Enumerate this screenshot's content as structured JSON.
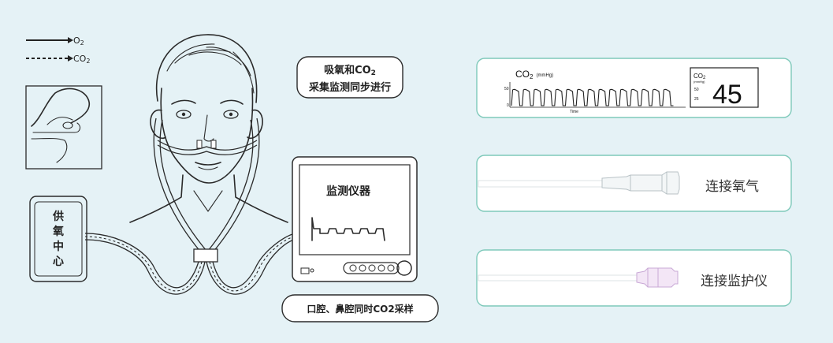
{
  "legend": {
    "solid_label": "O",
    "solid_sub": "2",
    "dashed_label": "CO",
    "dashed_sub": "2"
  },
  "oxygen_center": {
    "chars": [
      "供",
      "氧",
      "中",
      "心"
    ]
  },
  "callout_sync": {
    "line1_prefix": "吸氧和CO",
    "line1_sub": "2",
    "line2": "采集监测同步进行"
  },
  "monitor": {
    "title": "监测仪器"
  },
  "callout_sampling": {
    "text": "口腔、鼻腔同时CO2采样"
  },
  "capno_panel": {
    "main": "CO",
    "main_sub": "2",
    "unit": "(mmHg)",
    "y_tick_top": "50",
    "y_tick_bottom": "0",
    "x_axis": "Time",
    "box_label": "CO",
    "box_label_sub": "2",
    "box_unit": "(mmHg)",
    "box_tick_high": "50",
    "box_tick_low": "25",
    "value": "45"
  },
  "cards": [
    {
      "label": "连接氧气"
    },
    {
      "label": "连接监护仪"
    }
  ],
  "colors": {
    "background": "#e5f2f6",
    "card_border": "#7ec9ba",
    "ink": "#2b2b2b"
  }
}
